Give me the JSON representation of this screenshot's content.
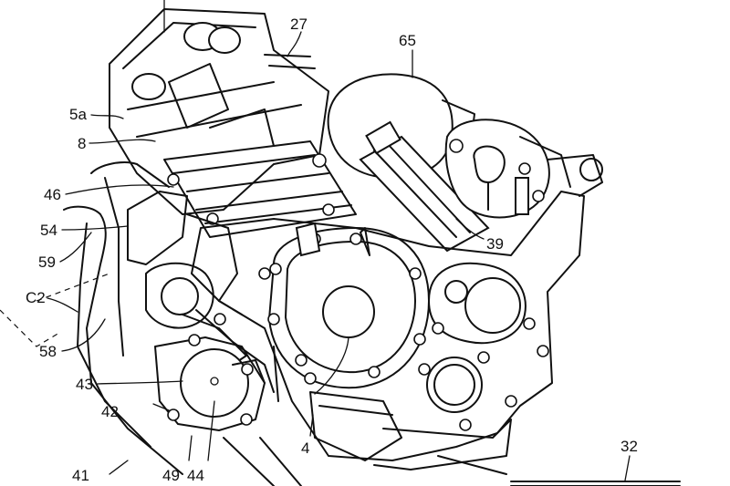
{
  "labels": {
    "l27": "27",
    "l65": "65",
    "l5a": "5a",
    "l8": "8",
    "l46": "46",
    "l54": "54",
    "l59": "59",
    "lC2": "C2",
    "l58": "58",
    "l43": "43",
    "l42": "42",
    "l41": "41",
    "l49": "49",
    "l44": "44",
    "l4": "4",
    "l39": "39",
    "l32": "32"
  }
}
